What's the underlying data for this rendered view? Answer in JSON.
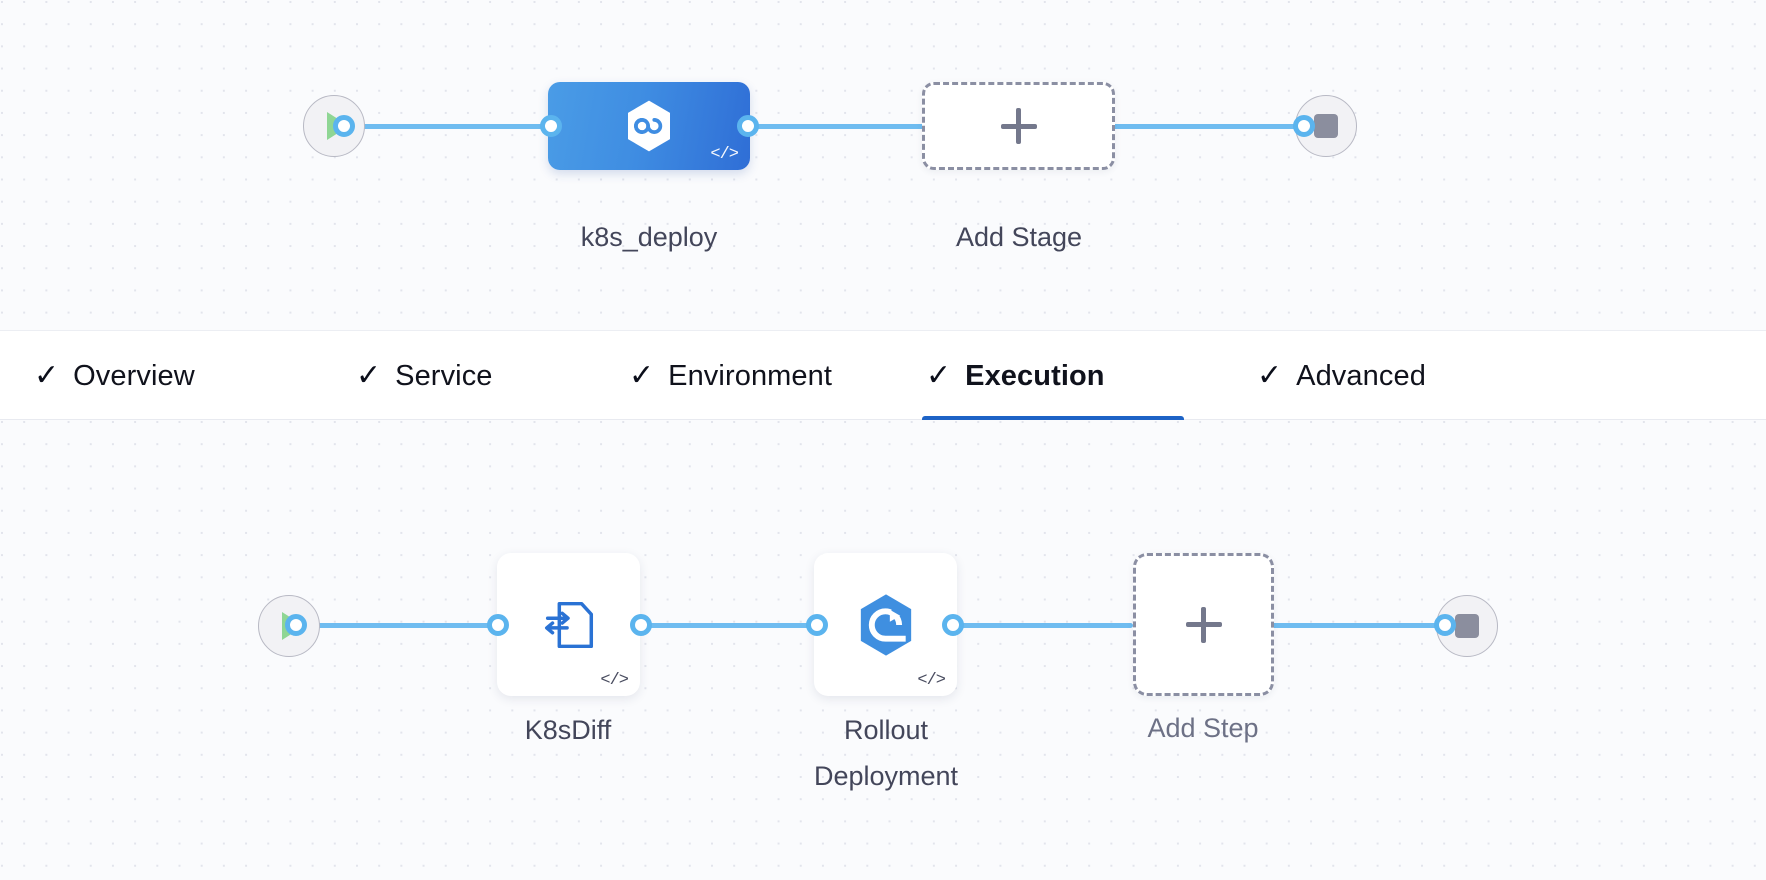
{
  "tabs": [
    {
      "label": "Overview",
      "icon": "check-icon",
      "complete": true,
      "active": false
    },
    {
      "label": "Service",
      "icon": "check-icon",
      "complete": true,
      "active": false
    },
    {
      "label": "Environment",
      "icon": "check-icon",
      "complete": true,
      "active": false
    },
    {
      "label": "Execution",
      "icon": "check-icon",
      "complete": true,
      "active": true
    },
    {
      "label": "Advanced",
      "icon": "check-icon",
      "complete": true,
      "active": false
    }
  ],
  "stage_pipeline": {
    "start_node": {
      "icon": "play-icon",
      "label": ""
    },
    "end_node": {
      "icon": "stop-icon",
      "label": ""
    },
    "stages": [
      {
        "name": "k8s_deploy",
        "icon": "harness-cd-hexagon-icon",
        "badge": "</>",
        "type": "deploy"
      }
    ],
    "add_stage": {
      "label": "Add Stage",
      "icon": "plus-icon"
    }
  },
  "step_pipeline": {
    "start_node": {
      "icon": "play-icon",
      "label": ""
    },
    "end_node": {
      "icon": "stop-icon",
      "label": ""
    },
    "steps": [
      {
        "name": "K8sDiff",
        "icon": "k8s-diff-document-icon",
        "badge": "</>"
      },
      {
        "name": "Rollout\nDeployment",
        "icon": "kubernetes-rollout-hexagon-icon",
        "badge": "</>"
      }
    ],
    "add_step": {
      "label": "Add Step",
      "icon": "plus-icon"
    }
  },
  "colors": {
    "canvas_bg": "#fafbfd",
    "grid_dot": "#e2e4ec",
    "edge": "#6fbcf0",
    "port_ring": "#5bb4ee",
    "stage_gradient_from": "#4a9ce6",
    "stage_gradient_to": "#2f6ed6",
    "active_tab_underline": "#1d63c6",
    "play_green": "#8fd694",
    "stop_gray": "#8b8e9e",
    "dashed_border": "#8b8fa3",
    "label_text": "#43465a",
    "tab_text": "#10121c"
  }
}
